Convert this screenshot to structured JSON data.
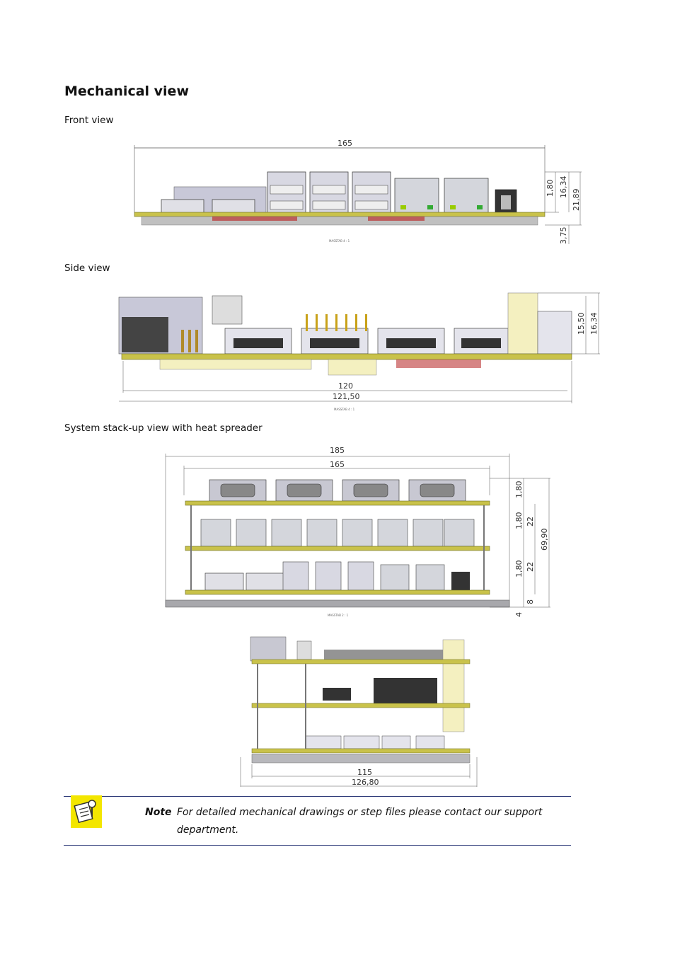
{
  "page_title": "Mechanical view",
  "captions": {
    "front": "Front view",
    "side": "Side view",
    "stack": "System stack-up view with heat spreader"
  },
  "front_view": {
    "width": "165",
    "dim_a": "1,80",
    "dim_b": "16,34",
    "dim_c": "21,89",
    "dim_d": "3,75",
    "scale": "MASSTAB 4 : 1"
  },
  "side_view": {
    "dim_a": "15,50",
    "dim_b": "16,34",
    "inner": "120",
    "outer": "121,50",
    "scale": "MASSTAB 4 : 1"
  },
  "stack_view": {
    "outer": "185",
    "inner": "165",
    "d1": "1,80",
    "d2": "1,80",
    "d3": "22",
    "d4": "1,80",
    "d5": "22",
    "total": "69,90",
    "d6": "8",
    "d7": "4",
    "scale": "MASSTAB 2 : 1"
  },
  "stack_side": {
    "inner": "115",
    "outer": "126,80"
  },
  "note": {
    "label": "Note",
    "text": "For detailed mechanical drawings or step files please contact our support department."
  },
  "colors": {
    "pcb": "#c9c24a",
    "note_rule": "#2d3a78",
    "note_icon": "#f3e600"
  }
}
